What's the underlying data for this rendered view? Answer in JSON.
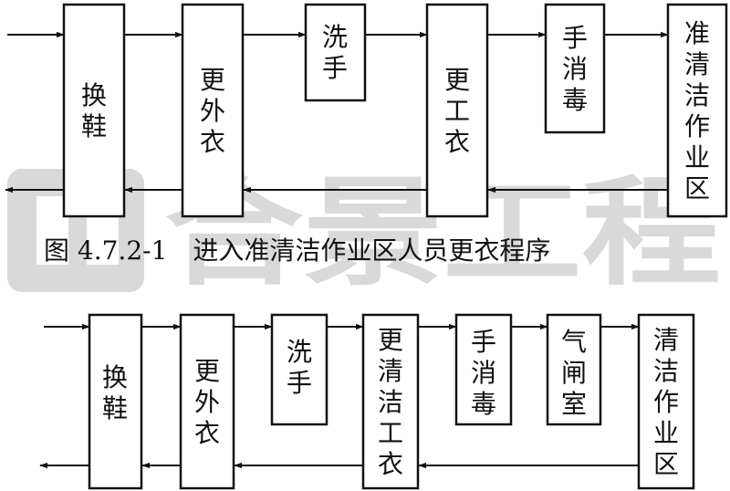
{
  "watermark": {
    "text": "合景工程",
    "color": "#d9d9d9"
  },
  "caption": "图 4.7.2-1　进入准清洁作业区人员更衣程序",
  "diagram1": {
    "steps": [
      "换鞋",
      "更外衣",
      "洗手",
      "更工衣",
      "手消毒",
      "准清洁作业区"
    ]
  },
  "diagram2": {
    "steps": [
      "换鞋",
      "更外衣",
      "洗手",
      "更清洁工衣",
      "手消毒",
      "气闸室",
      "清洁作业区"
    ]
  }
}
